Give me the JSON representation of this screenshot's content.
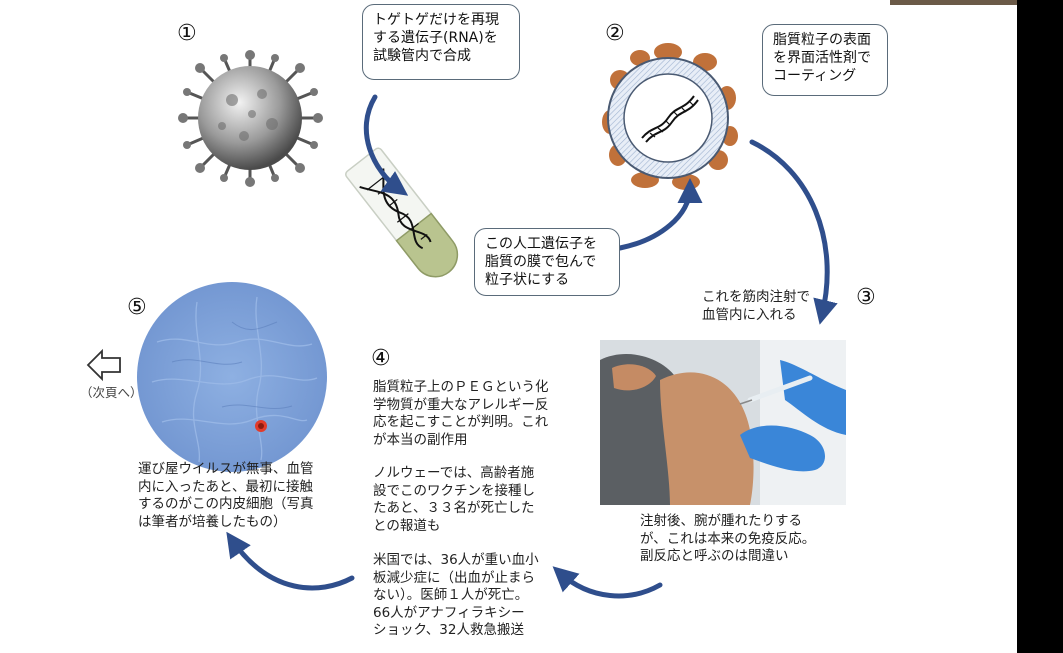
{
  "steps": {
    "s1": "①",
    "s2": "②",
    "s3": "③",
    "s4": "④",
    "s5": "⑤"
  },
  "callouts": {
    "rna": "トゲトゲだけを再現\nする遺伝子(RNA)を\n試験管内で合成",
    "coating": "脂質粒子の表面\nを界面活性剤で\nコーティング",
    "wrap": "この人工遺伝子を\n脂質の膜で包んで\n粒子状にする"
  },
  "texts": {
    "inject": "これを筋肉注射で\n血管内に入れる",
    "reaction": "注射後、腕が腫れたりする\nが、これは本来の免疫反応。\n副反応と呼ぶのは間違い",
    "peg": "脂質粒子上のＰＥＧという化\n学物質が重大なアレルギー反\n応を起こすことが判明。これ\nが本当の副作用",
    "norway": "ノルウェーでは、高齢者施\n設でこのワクチンを接種し\nたあと、３３名が死亡した\nとの報道も",
    "usa": "米国では、36人が重い血小\n板減少症に（出血が止まら\nない）。医師１人が死亡。\n66人がアナフィラキシー\nショック、32人救急搬送",
    "endothelial": "運び屋ウイルスが無事、血管\n内に入ったあと、最初に接触\nするのがこの内皮細胞（写真\nは筆者が培養したもの）",
    "next_page": "（次頁へ）"
  },
  "icons": {
    "virus": "coronavirus-icon",
    "test_tube": "test-tube-icon",
    "lipid_particle": "lipid-particle-icon",
    "dna": "rna-strand-icon",
    "syringe_photo": "injection-photo",
    "cell_photo": "endothelial-cell-photo",
    "back_arrow": "left-arrow-icon"
  },
  "colors": {
    "arrow": "#2f4e8c",
    "lipid_coat": "#c0713a",
    "cell_bg": "#7a9fd6",
    "tube_liquid": "#b9c48f",
    "glove": "#3a86d8"
  }
}
